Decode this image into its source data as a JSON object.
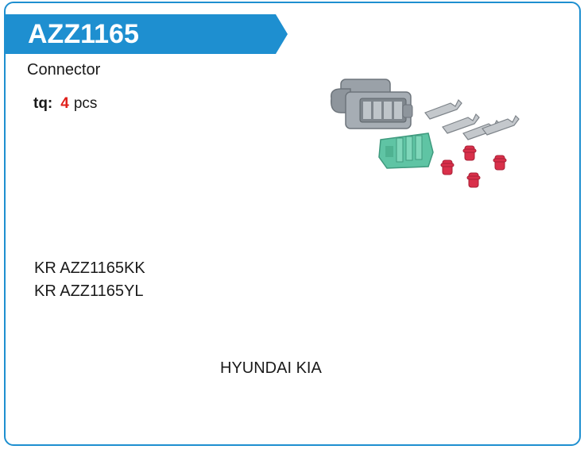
{
  "product": {
    "code": "AZZ1165",
    "category": "Connector",
    "quantity_label": "tq:",
    "quantity_value": "4",
    "quantity_unit": "pcs",
    "cross_references": [
      "KR AZZ1165KK",
      "KR AZZ1165YL"
    ],
    "brands": "HYUNDAI KIA",
    "image_icon": "connector-kit-photo"
  },
  "colors": {
    "accent": "#1e8fd0",
    "quantity": "#e0201b",
    "connector_housing": "#9aa1a8",
    "lock": "#5fc4a4",
    "seal": "#d9304a",
    "terminal": "#c4c8cc"
  }
}
